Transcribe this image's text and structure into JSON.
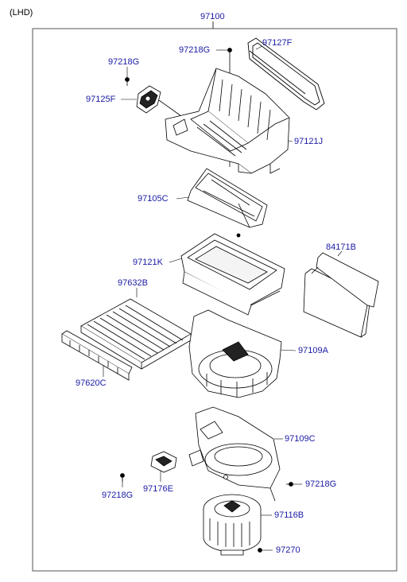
{
  "header": {
    "variant": "(LHD)"
  },
  "assembly": {
    "part_number": "97100"
  },
  "parts": {
    "p97218g_top_left": "97218G",
    "p97125f": "97125F",
    "p97218g_top_mid": "97218G",
    "p97127f": "97127F",
    "p97121j": "97121J",
    "p97105c": "97105C",
    "p84171b": "84171B",
    "p97121k": "97121K",
    "p97632b": "97632B",
    "p97109a": "97109A",
    "p97620c": "97620C",
    "p97109c": "97109C",
    "p97218g_bot_left": "97218G",
    "p97176e": "97176E",
    "p97218g_bot_right": "97218G",
    "p97116b": "97116B",
    "p97270": "97270"
  },
  "colors": {
    "callout": "#1a1aa6",
    "line": "#000000",
    "frame": "#555555"
  }
}
